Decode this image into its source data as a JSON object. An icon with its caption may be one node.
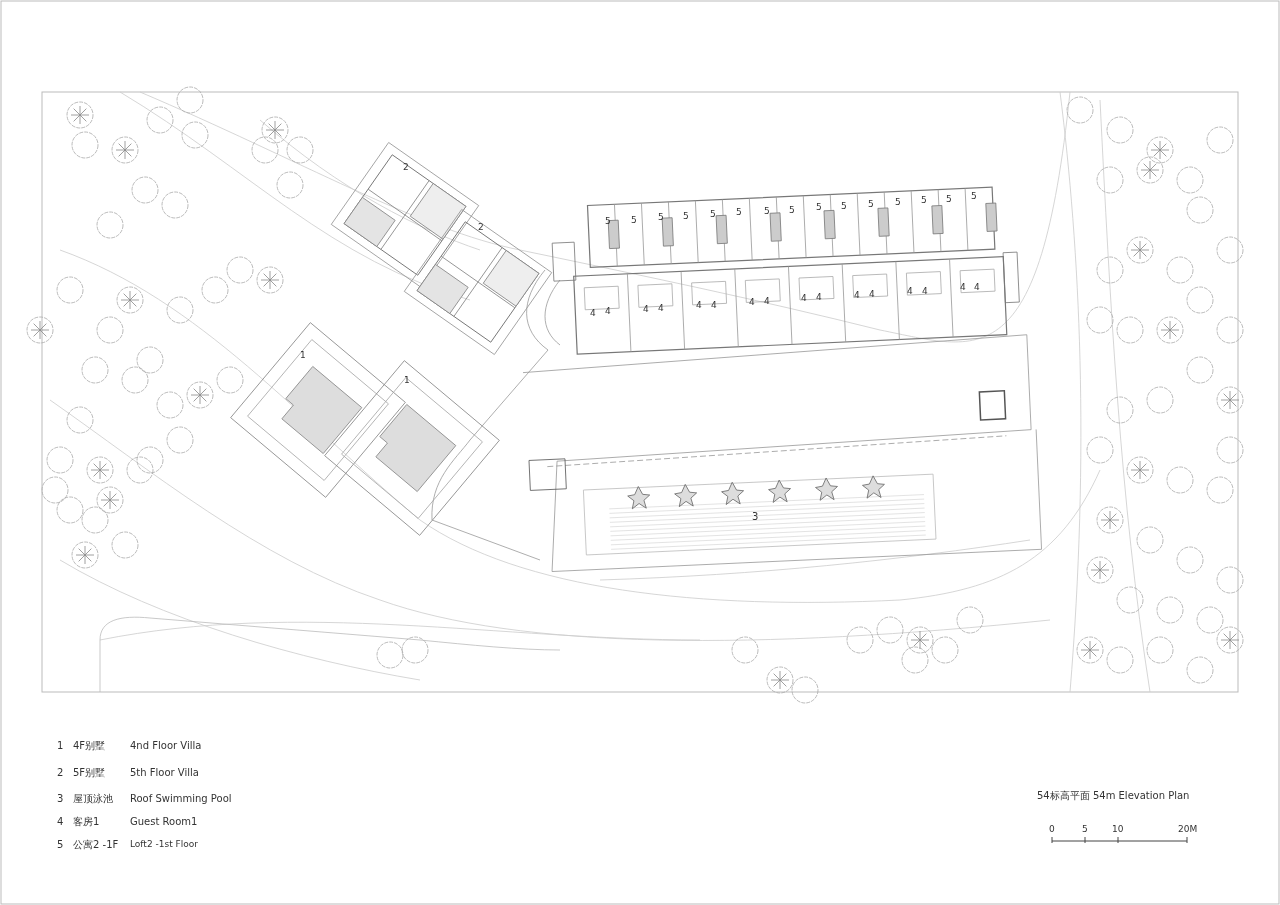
{
  "diagram": {
    "title": "54标高平面 54m Elevation Plan",
    "labels": [
      "2",
      "2",
      "5",
      "5",
      "5",
      "5",
      "5",
      "5",
      "5",
      "5",
      "5",
      "5",
      "5",
      "5",
      "5",
      "5",
      "5",
      "4",
      "4",
      "4",
      "4",
      "4",
      "4",
      "4",
      "4",
      "4",
      "4",
      "4",
      "4",
      "4",
      "4",
      "4",
      "4",
      "1",
      "1",
      "3",
      "1",
      "4F别墅",
      "4nd Floor Villa",
      "2",
      "5F别墅",
      "5th Floor Villa",
      "3",
      "屋顶泳池",
      "Roof Swimming Pool",
      "4",
      "客房1",
      "Guest Room1",
      "5",
      "公寓2 -1F",
      "Loft2 -1st Floor",
      "0",
      "5",
      "10",
      "20M"
    ]
  }
}
